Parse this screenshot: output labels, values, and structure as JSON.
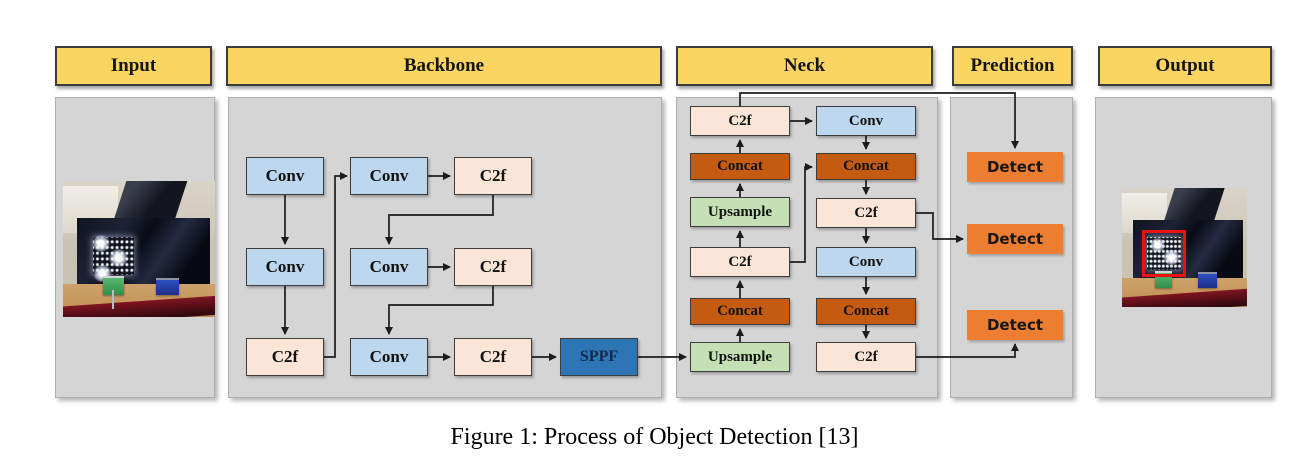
{
  "colors": {
    "header_fill": "#FBD561",
    "panel_fill": "#D5D5D5",
    "conv_fill": "#BDD7EE",
    "c2f_fill": "#FBE5D6",
    "sppf_fill": "#2E75B6",
    "sppf_text": "#12294A",
    "concat_fill": "#C55A11",
    "upsample_fill": "#C5E0B4",
    "detect_fill": "#ED7D31",
    "line_color": "#1C1C1C",
    "bbox_color": "#EE1111"
  },
  "headers": {
    "input": "Input",
    "backbone": "Backbone",
    "neck": "Neck",
    "prediction": "Prediction",
    "output": "Output"
  },
  "backbone": {
    "nodes": [
      {
        "label": "Conv"
      },
      {
        "label": "Conv"
      },
      {
        "label": "C2f"
      },
      {
        "label": "Conv"
      },
      {
        "label": "Conv"
      },
      {
        "label": "C2f"
      },
      {
        "label": "C2f"
      },
      {
        "label": "Conv"
      },
      {
        "label": "C2f"
      },
      {
        "label": "SPPF"
      }
    ]
  },
  "neck": {
    "left": [
      {
        "label": "C2f"
      },
      {
        "label": "Concat"
      },
      {
        "label": "Upsample"
      },
      {
        "label": "C2f"
      },
      {
        "label": "Concat"
      },
      {
        "label": "Upsample"
      }
    ],
    "right": [
      {
        "label": "Conv"
      },
      {
        "label": "Concat"
      },
      {
        "label": "C2f"
      },
      {
        "label": "Conv"
      },
      {
        "label": "Concat"
      },
      {
        "label": "C2f"
      }
    ]
  },
  "prediction": {
    "detects": [
      {
        "label": "Detect"
      },
      {
        "label": "Detect"
      },
      {
        "label": "Detect"
      }
    ]
  },
  "caption": "Figure 1: Process of Object Detection [13]"
}
